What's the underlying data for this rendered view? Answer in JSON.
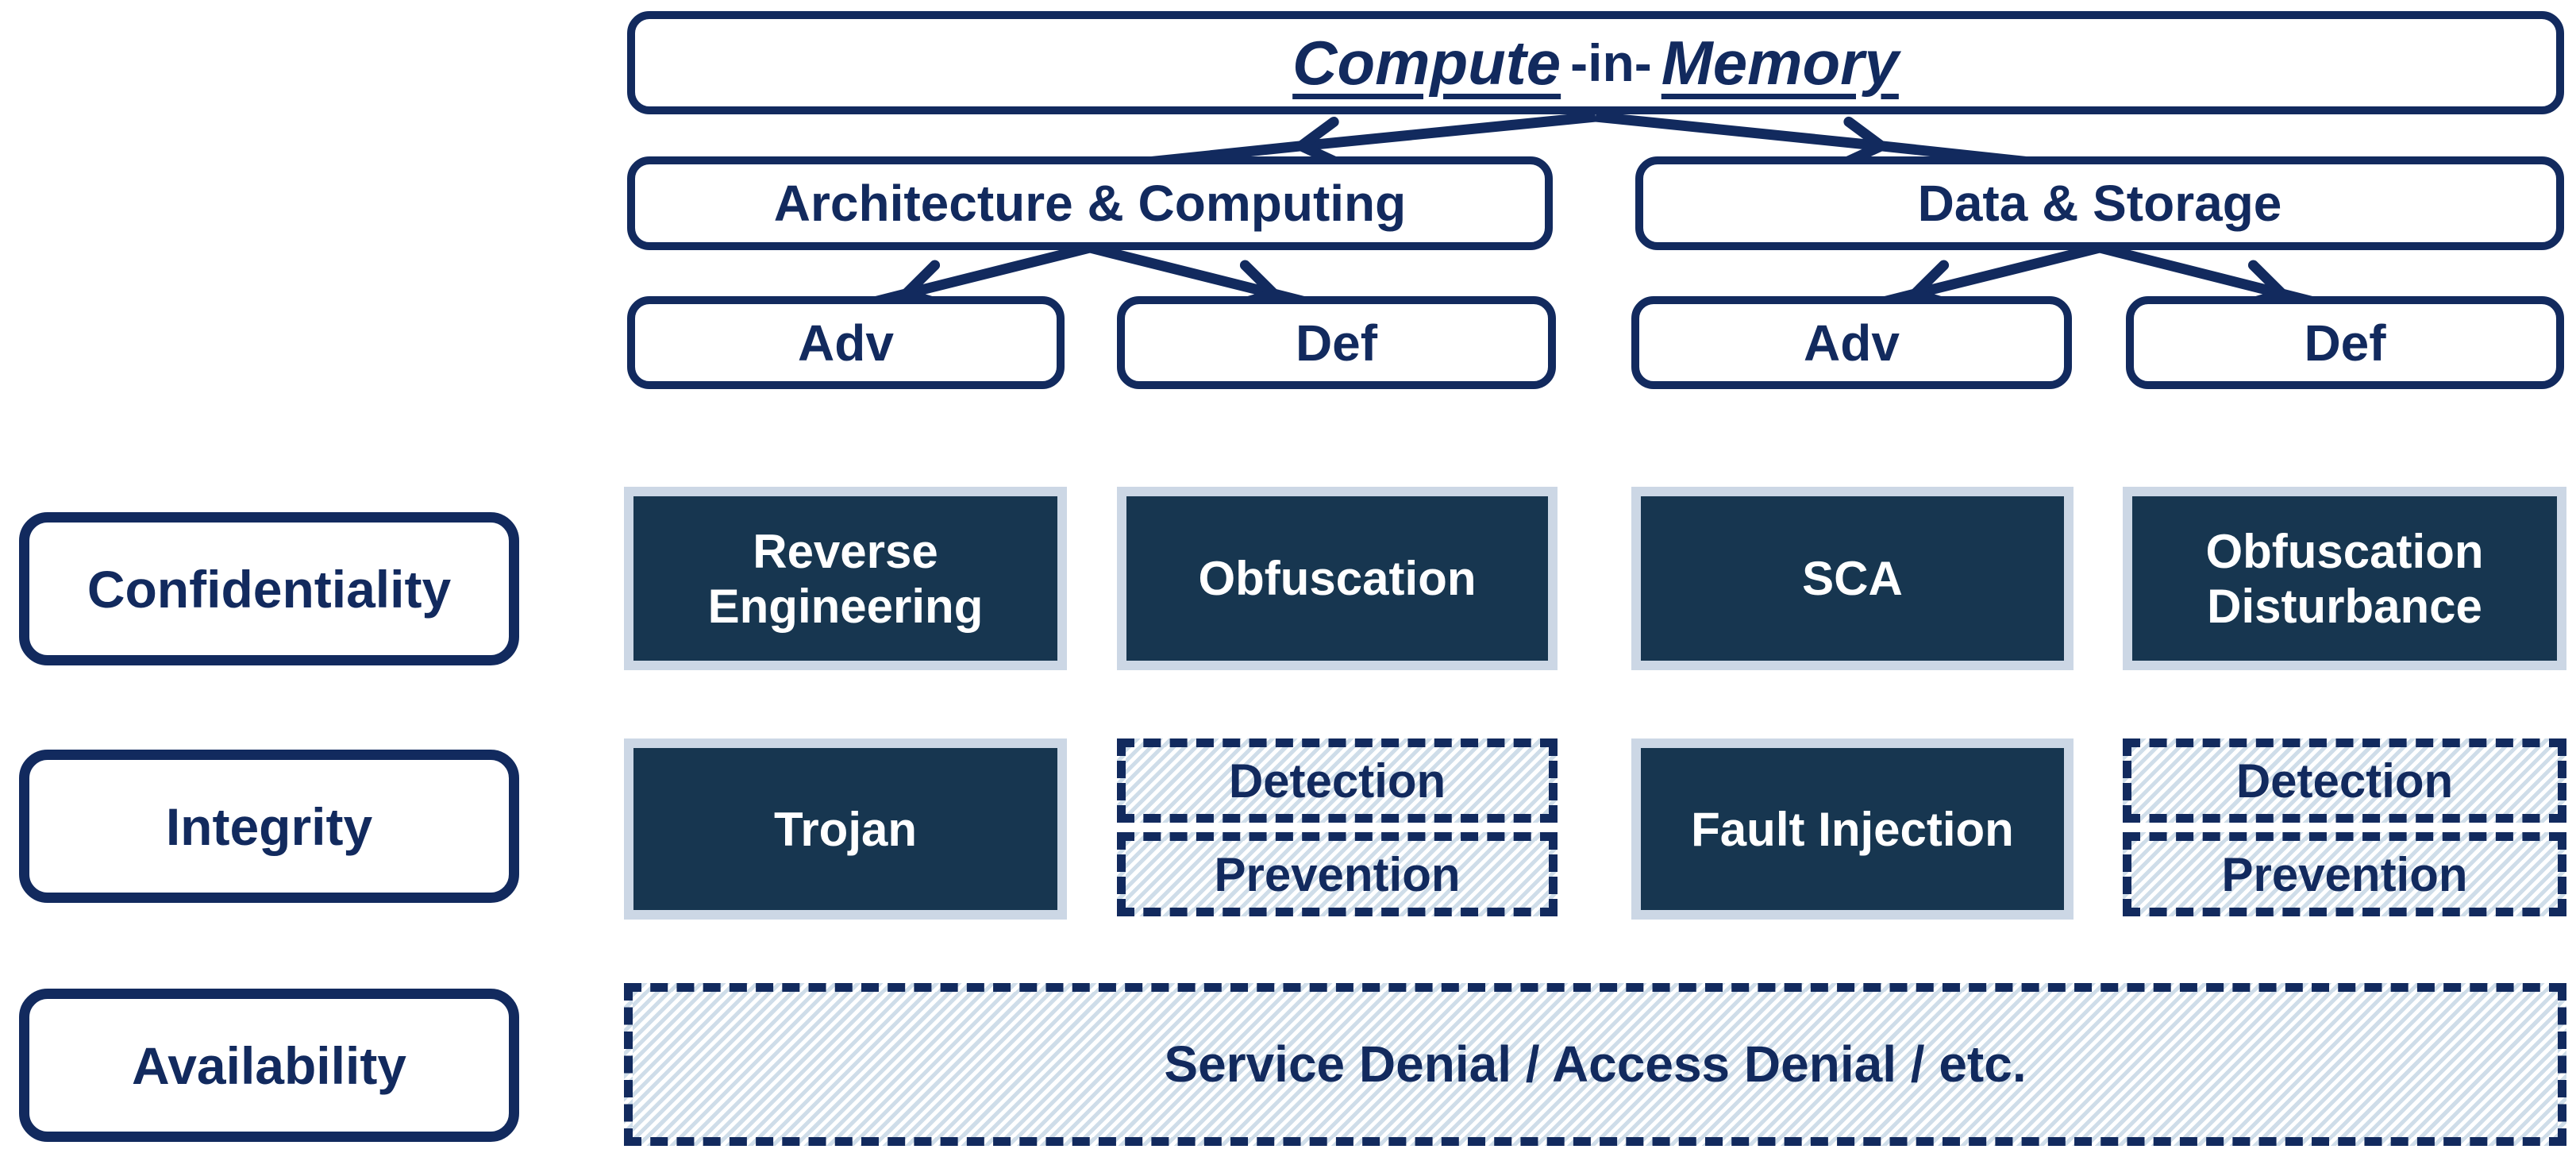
{
  "palette": {
    "navy": "#122a5e",
    "cell_fill": "#173650",
    "cell_frame": "#ccd7e5",
    "hatch_blue": "#cfdde9"
  },
  "tree": {
    "root": {
      "word_left": "Compute",
      "word_mid": "-in-",
      "word_right": "Memory"
    },
    "branches": [
      {
        "label": "Architecture & Computing",
        "children": [
          {
            "label": "Adv"
          },
          {
            "label": "Def"
          }
        ]
      },
      {
        "label": "Data & Storage",
        "children": [
          {
            "label": "Adv"
          },
          {
            "label": "Def"
          }
        ]
      }
    ]
  },
  "security_rows": [
    {
      "label": "Confidentiality",
      "cells": [
        {
          "text": "Reverse Engineering",
          "style": "solid"
        },
        {
          "text": "Obfuscation",
          "style": "solid"
        },
        {
          "text": "SCA",
          "style": "solid"
        },
        {
          "text": "Obfuscation Disturbance",
          "style": "solid"
        }
      ]
    },
    {
      "label": "Integrity",
      "cells": [
        {
          "text": "Trojan",
          "style": "solid"
        },
        {
          "text": "Detection",
          "style": "dashed"
        },
        {
          "text": "Prevention",
          "style": "dashed"
        },
        {
          "text": "Fault Injection",
          "style": "solid"
        },
        {
          "text": "Detection",
          "style": "dashed"
        },
        {
          "text": "Prevention",
          "style": "dashed"
        }
      ]
    },
    {
      "label": "Availability",
      "cells": [
        {
          "text": "Service Denial / Access Denial / etc.",
          "style": "dashed",
          "span": "full"
        }
      ]
    }
  ]
}
